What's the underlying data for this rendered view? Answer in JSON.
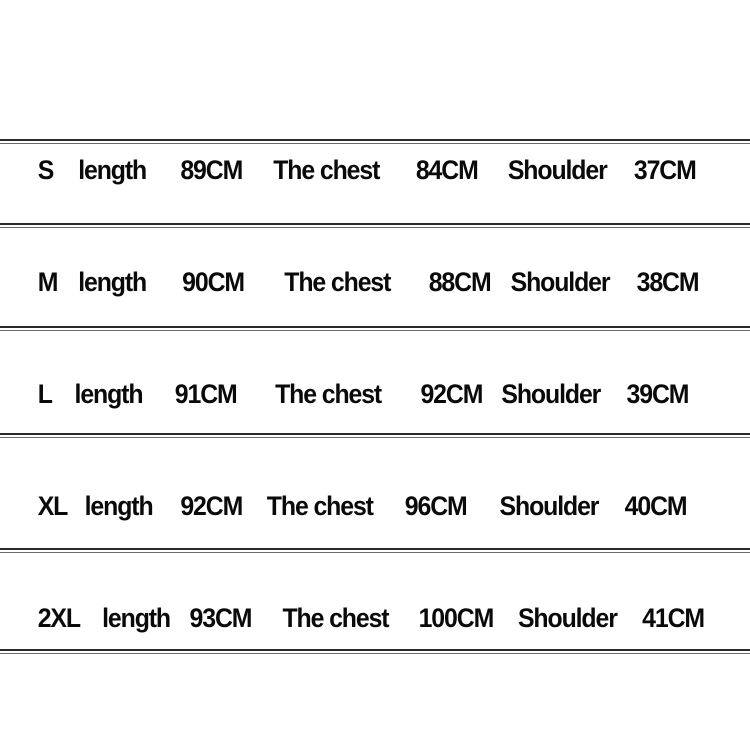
{
  "size_chart": {
    "rows": [
      {
        "size": "S",
        "length_label": "length",
        "length_value": "89CM",
        "chest_label": "The chest",
        "chest_value": "84CM",
        "shoulder_label": "Shoulder",
        "shoulder_value": "37CM"
      },
      {
        "size": "M",
        "length_label": "length",
        "length_value": "90CM",
        "chest_label": "The chest",
        "chest_value": "88CM",
        "shoulder_label": "Shoulder",
        "shoulder_value": "38CM"
      },
      {
        "size": "L",
        "length_label": "length",
        "length_value": "91CM",
        "chest_label": "The chest",
        "chest_value": "92CM",
        "shoulder_label": "Shoulder",
        "shoulder_value": "39CM"
      },
      {
        "size": "XL",
        "length_label": "length",
        "length_value": "92CM",
        "chest_label": "The chest",
        "chest_value": "96CM",
        "shoulder_label": "Shoulder",
        "shoulder_value": "40CM"
      },
      {
        "size": "2XL",
        "length_label": "length",
        "length_value": "93CM",
        "chest_label": "The chest",
        "chest_value": "100CM",
        "shoulder_label": "Shoulder",
        "shoulder_value": "41CM"
      }
    ]
  }
}
